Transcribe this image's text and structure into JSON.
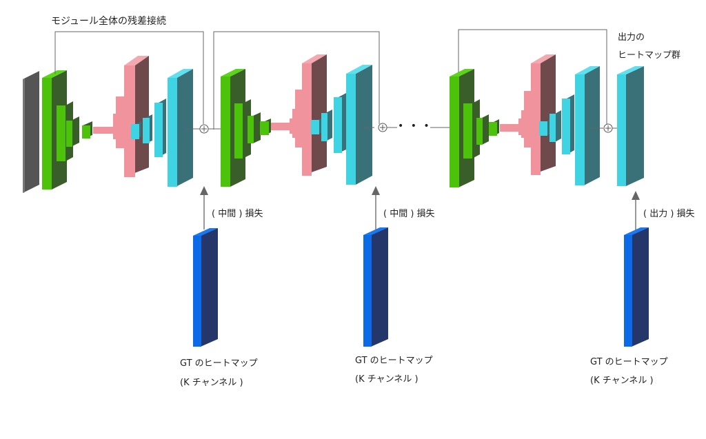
{
  "title_label": "モジュール全体の残差接続",
  "output_heatmaps_label_line1": "出力の",
  "output_heatmaps_label_line2": "ヒートマップ群",
  "losses": [
    {
      "label": "( 中間 ) 損失"
    },
    {
      "label": "( 中間 ) 損失"
    },
    {
      "label": "( 出力 ) 損失"
    }
  ],
  "gt_heatmaps": [
    {
      "line1": "GT のヒートマップ",
      "line2": "(K チャンネル )"
    },
    {
      "line1": "GT のヒートマップ",
      "line2": "(K チャンネル )"
    },
    {
      "line1": "GT のヒートマップ",
      "line2": "(K チャンネル )"
    }
  ],
  "ellipsis": "• • •",
  "colors": {
    "input_front": "#555555",
    "green_front": "#4cc20a",
    "green_side": "#3a5e2a",
    "pink_front": "#f0939c",
    "pink_side": "#6e4a4c",
    "cyan_front": "#3fd4e4",
    "cyan_side": "#3a7078",
    "blue_front": "#0a6ae8",
    "blue_side": "#24366a",
    "line": "#666666"
  }
}
